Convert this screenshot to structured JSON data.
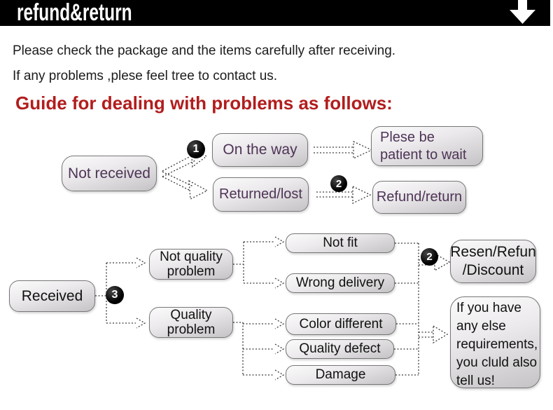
{
  "banner": {
    "title": "refund&return"
  },
  "icons": {
    "down_arrow": "down-arrow-icon"
  },
  "intro": {
    "line1": "Please check the package and the items carefully after receiving.",
    "line2": "If any problems ,plese feel tree to contact us."
  },
  "heading": "Guide for dealing with problems as follows:",
  "flow1": {
    "not_received": "Not received",
    "badge1": "1",
    "on_the_way": "On the way",
    "returned_lost": "Returned/lost",
    "patient": {
      "line1": "Plese be",
      "line2": "patient to wait"
    },
    "badge2": "2",
    "refund_return": "Refund/return"
  },
  "flow2": {
    "received": "Received",
    "badge3": "3",
    "not_quality": {
      "line1": "Not quality",
      "line2": "problem"
    },
    "quality": {
      "line1": "Quality",
      "line2": "problem"
    },
    "not_fit": "Not fit",
    "wrong_delivery": "Wrong delivery",
    "color_different": "Color different",
    "quality_defect": "Quality defect",
    "damage": "Damage",
    "badge2": "2",
    "resen": {
      "line1": "Resen/Refun",
      "line2": "/Discount"
    },
    "note": {
      "line1": "If you have",
      "line2": "any else",
      "line3": "requirements,",
      "line4": "you cluld also",
      "line5": "tell us!"
    }
  },
  "colors": {
    "banner_bg": "#000000",
    "heading_red": "#b21d1d",
    "node_text_purple": "#4e3457",
    "node_text_dark": "#111111",
    "node_border": "#777777",
    "badge_bg": "#000000"
  }
}
